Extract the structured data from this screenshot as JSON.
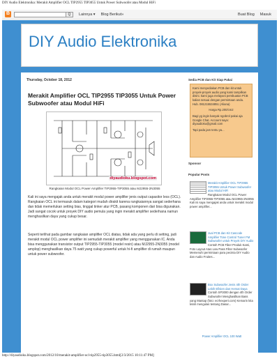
{
  "print": {
    "header": "DIY Audio Elektronika: Merakit Amplifier OCL TIP2955 TIP3055 Untuk Power Subwoofer atau Modul HiFi",
    "footer_url": "http://diyaudioku.blogspot.com/2012/10/merakit-amplifier-ocl-tip2955-tip3055.html[2/3/2015 10:11:47 PM]"
  },
  "navbar": {
    "search_btn": "Q",
    "next_label": "Lainnya ▾",
    "next_blog": "Blog Berikut»",
    "create_blog": "Buat Blog",
    "login": "Masuk"
  },
  "blog": {
    "title": "DIY Audio Elektronika"
  },
  "post": {
    "date": "Thursday, October 18, 2012",
    "title": "Merakit Amplifier OCL TIP2955 TIP3055 Untuk Power Subwoofer atau Modul HiFi",
    "watermark": "diyaudioku.blogspot.com",
    "caption": "Rangkaian Modul OCL Power Amplifier TIP2955-TIP3055 atau MJ2955-2N3055",
    "p1": "Kali ini saya mengajak anda untuk merakit modul power amplifier jenis output capasitor less (OCL). Rangkaian OCL ini termasuk dalam kategori mudah dirakit karena rangkaiannya sangat sederhana dan tidak memerlukan setting bias, tinggal tinker atur PCB, pasang komponen dari bisa digunakan. Jadi sangat cocok untuk proyek DIY audio pemula yang ingin merakit amplifier sederhana namun menghasilkan daya yang cukup besar.",
    "p2": "Seperti terlihat pada gambar rangkaian amplifier OCL diatas, tidak ada yang perlu di setting, jadi merakit modul OCL power amplifier ini semudah merakit amplifier yang menggunakan IC. Anda bisa menggunakan transistor output TIP2955-TIP3055 (model resin) atau MJ2955-2N3055 (model amplop) menghasilkan daya 75 watt yang cukup powerful untuk hi-fi amplifier di rumah maupun untuk power subwoofer."
  },
  "sidebar": {
    "service_heading": "Sedia PCB dan Kit Siap Pakai",
    "promo": {
      "p1": "Kami menyediakan PCB dan kit untuk proyek-proyek audio yang kami tampilkan disini. kami juga melayani pembuatan PCB kalian sesuai dengan permintaan anda. Hub. 081215534851 (Aliana)",
      "p2": "Harga Rp.200/cm2",
      "p3": "Bagi yg ingin banyak ngobrol pakai aja Google Chat. Account saya: diyaudioku@gmail.com",
      "p4": "Tapi pada jam tentu ya..."
    },
    "sponsor_heading": "Sponsor",
    "popular_heading": "Popular Posts",
    "popular": [
      {
        "title": "Merakit Amplifier OCL TIP2955 TIP3055 Untuk Power Subwoofer atau Modul HiFi",
        "desc": "Rangkaian Modul OCL Power Amplifier TIP2955-TIP3055 atau MJ2955-2N3055 Kali ini saya mengajak anda untuk merakit modul power amplifier..."
      },
      {
        "title": "Jual PCB dan Kit Cascode Amplifier Tone Control Tuner FM Subwoofer untuk Proyek DIY Audio",
        "desc": "Contoh PCB Fiber Produk Kami, Foto Layout Atas Low Pass Filter Subwoofer Memenuhi permintaan para pecinta DIY Audio dan Audio Fruites..."
      },
      {
        "title": "Box Subwoofer Jenis 4th Order Lebih Efisien dan Hemat Daya",
        "desc": "Contoh SP3000 dengan 4th Order Subwoofer Menghasilkan Bass yang Mantap (foto: ecrhexpert.com) Kemarin kita telah mengulas tentang Dasar..."
      },
      {
        "title": "Power Amplifier OCL 100 Watt",
        "desc": ""
      }
    ]
  }
}
